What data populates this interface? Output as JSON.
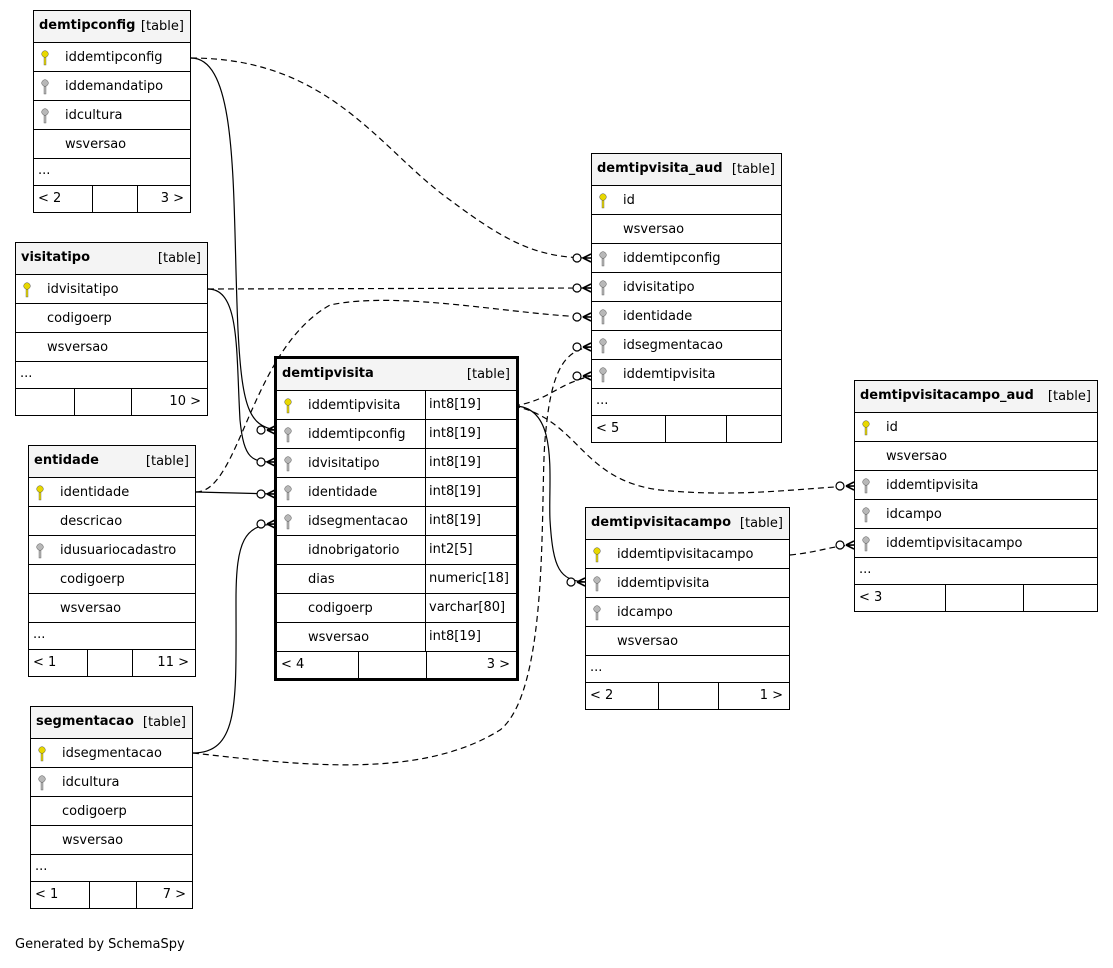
{
  "generated_by": "Generated by SchemaSpy",
  "colors": {
    "primary_key": "#e8d800",
    "foreign_key": "#b8b8b8",
    "header_bg": "#f4f4f4"
  },
  "tables": [
    {
      "id": "demtipconfig",
      "name": "demtipconfig",
      "tag": "[table]",
      "columns": [
        {
          "name": "iddemtipconfig",
          "key": "pk"
        },
        {
          "name": "iddemandatipo",
          "key": "fk"
        },
        {
          "name": "idcultura",
          "key": "fk"
        },
        {
          "name": "wsversao",
          "key": ""
        }
      ],
      "ellipsis": "...",
      "footer": {
        "left": "< 2",
        "right": "3 >"
      }
    },
    {
      "id": "visitatipo",
      "name": "visitatipo",
      "tag": "[table]",
      "columns": [
        {
          "name": "idvisitatipo",
          "key": "pk"
        },
        {
          "name": "codigoerp",
          "key": ""
        },
        {
          "name": "wsversao",
          "key": ""
        }
      ],
      "ellipsis": "...",
      "footer": {
        "left": "",
        "right": "10 >"
      }
    },
    {
      "id": "entidade",
      "name": "entidade",
      "tag": "[table]",
      "columns": [
        {
          "name": "identidade",
          "key": "pk"
        },
        {
          "name": "descricao",
          "key": ""
        },
        {
          "name": "idusuariocadastro",
          "key": "fk"
        },
        {
          "name": "codigoerp",
          "key": ""
        },
        {
          "name": "wsversao",
          "key": ""
        }
      ],
      "ellipsis": "...",
      "footer": {
        "left": "< 1",
        "right": "11 >"
      }
    },
    {
      "id": "segmentacao",
      "name": "segmentacao",
      "tag": "[table]",
      "columns": [
        {
          "name": "idsegmentacao",
          "key": "pk"
        },
        {
          "name": "idcultura",
          "key": "fk"
        },
        {
          "name": "codigoerp",
          "key": ""
        },
        {
          "name": "wsversao",
          "key": ""
        }
      ],
      "ellipsis": "...",
      "footer": {
        "left": "< 1",
        "right": "7 >"
      }
    },
    {
      "id": "demtipvisita",
      "name": "demtipvisita",
      "tag": "[table]",
      "focus": true,
      "columns": [
        {
          "name": "iddemtipvisita",
          "key": "pk",
          "type": "int8[19]"
        },
        {
          "name": "iddemtipconfig",
          "key": "fk",
          "type": "int8[19]"
        },
        {
          "name": "idvisitatipo",
          "key": "fk",
          "type": "int8[19]"
        },
        {
          "name": "identidade",
          "key": "fk",
          "type": "int8[19]"
        },
        {
          "name": "idsegmentacao",
          "key": "fk",
          "type": "int8[19]"
        },
        {
          "name": "idnobrigatorio",
          "key": "",
          "type": "int2[5]"
        },
        {
          "name": "dias",
          "key": "",
          "type": "numeric[18]"
        },
        {
          "name": "codigoerp",
          "key": "",
          "type": "varchar[80]"
        },
        {
          "name": "wsversao",
          "key": "",
          "type": "int8[19]"
        }
      ],
      "footer": {
        "left": "< 4",
        "right": "3 >"
      }
    },
    {
      "id": "demtipvisita_aud",
      "name": "demtipvisita_aud",
      "tag": "[table]",
      "columns": [
        {
          "name": "id",
          "key": "pk"
        },
        {
          "name": "wsversao",
          "key": ""
        },
        {
          "name": "iddemtipconfig",
          "key": "fk"
        },
        {
          "name": "idvisitatipo",
          "key": "fk"
        },
        {
          "name": "identidade",
          "key": "fk"
        },
        {
          "name": "idsegmentacao",
          "key": "fk"
        },
        {
          "name": "iddemtipvisita",
          "key": "fk"
        }
      ],
      "ellipsis": "...",
      "footer": {
        "left": "< 5",
        "right": ""
      }
    },
    {
      "id": "demtipvisitacampo",
      "name": "demtipvisitacampo",
      "tag": "[table]",
      "columns": [
        {
          "name": "iddemtipvisitacampo",
          "key": "pk"
        },
        {
          "name": "iddemtipvisita",
          "key": "fk"
        },
        {
          "name": "idcampo",
          "key": "fk"
        },
        {
          "name": "wsversao",
          "key": ""
        }
      ],
      "ellipsis": "...",
      "footer": {
        "left": "< 2",
        "right": "1 >"
      }
    },
    {
      "id": "demtipvisitacampo_aud",
      "name": "demtipvisitacampo_aud",
      "tag": "[table]",
      "columns": [
        {
          "name": "id",
          "key": "pk"
        },
        {
          "name": "wsversao",
          "key": ""
        },
        {
          "name": "iddemtipvisita",
          "key": "fk"
        },
        {
          "name": "idcampo",
          "key": "fk"
        },
        {
          "name": "iddemtipvisitacampo",
          "key": "fk"
        }
      ],
      "ellipsis": "...",
      "footer": {
        "left": "< 3",
        "right": ""
      }
    }
  ]
}
